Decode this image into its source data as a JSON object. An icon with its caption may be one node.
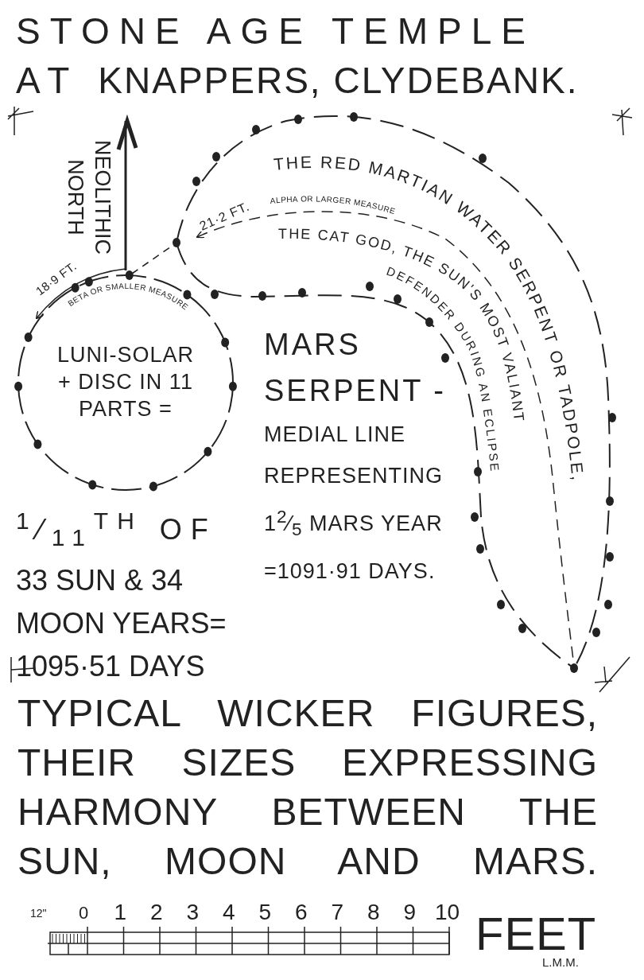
{
  "diagram": {
    "title": "STONE AGE TEMPLE AT KNAPPERS, CLYDEBANK.",
    "caption": "TYPICAL WICKER FIGURES, THEIR SIZES EXPRESSING HARMONY BETWEEN THE SUN, MOON AND MARS.",
    "nodes": [
      {
        "text": [
          "LUNI-SOLAR + DISC IN 11 PARTS ="
        ]
      },
      {
        "text": [],
        "shape": "serpent"
      }
    ],
    "edges": [
      {
        "from": 0,
        "to": 1,
        "arrow": "none",
        "style": "dashed"
      }
    ],
    "labels": [
      "NEOLITHIC NORTH",
      "THE RED MARTIAN WATER SERPENT OR TADPOLE,",
      "21·2 FT.",
      "ALPHA OR LARGER MEASURE",
      "THE CAT GOD, THE SUN'S MOST VALIANT",
      "DEFENDER DURING AN ECLIPSE",
      "18·9 FT.",
      "BETA OR SMALLER MEASURE",
      "MARS SERPENT -",
      "MEDIAL LINE REPRESENTING 1$^{2}$⁄$_{5}$ MARS YEAR =1091·91 DAYS.",
      "$^{1}$⁄$_{11}$$^{TH}$ OF 33 SUN & 34 MOON YEARS= 1095·51 DAYS",
      "12\"",
      "0",
      "1",
      "2",
      "3",
      "4",
      "5",
      "6",
      "7",
      "8",
      "9",
      "10",
      "FEET",
      "L.M.M."
    ]
  }
}
